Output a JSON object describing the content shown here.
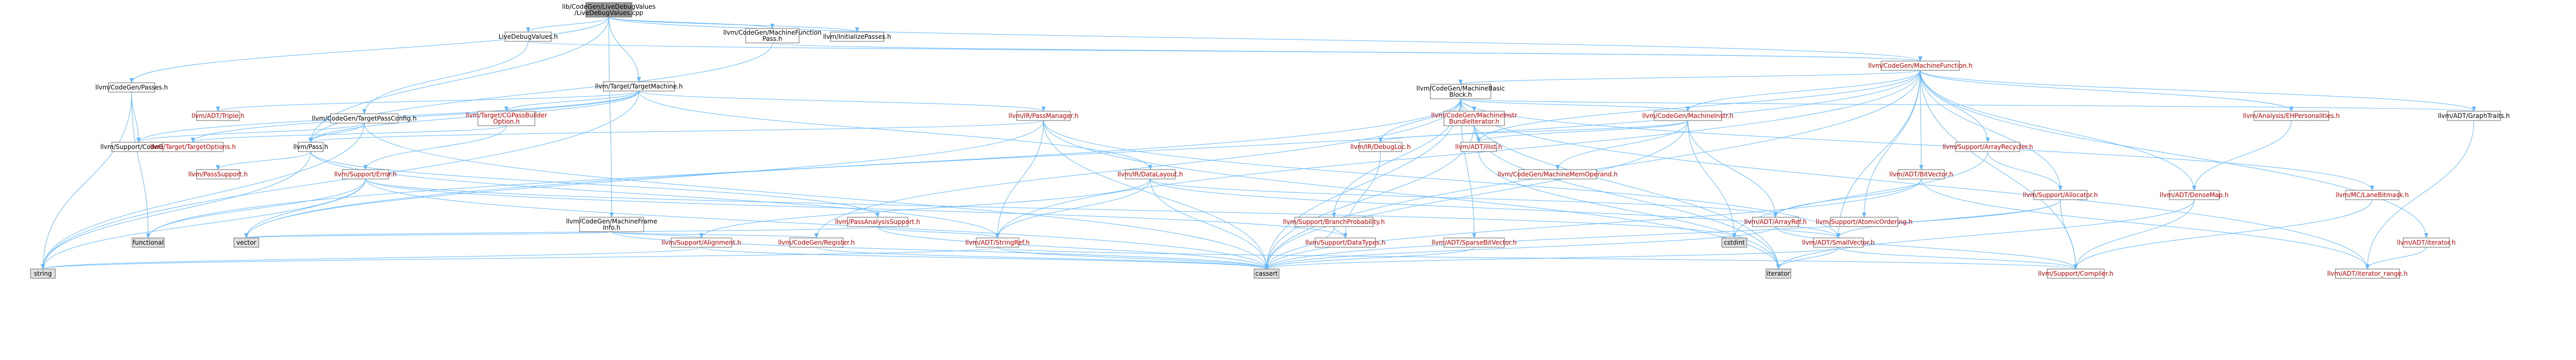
{
  "palette": {
    "edge": "#63b8ff",
    "box_border": "#666666",
    "box_fill": "#ffffff",
    "root_fill": "#999999",
    "external_fill": "#e0e0e0",
    "link_text": "#000000",
    "red_text": "#cc0000"
  },
  "nodes": [
    {
      "id": "root",
      "lines": [
        "lib/CodeGen/LiveDebugValues",
        "/LiveDebugValues.cpp"
      ],
      "style": "root"
    },
    {
      "id": "ldv_h",
      "lines": [
        "LiveDebugValues.h"
      ],
      "style": "normal"
    },
    {
      "id": "mfp_h",
      "lines": [
        "llvm/CodeGen/MachineFunction",
        "Pass.h"
      ],
      "style": "normal"
    },
    {
      "id": "init_passes",
      "lines": [
        "llvm/InitializePasses.h"
      ],
      "style": "normal"
    },
    {
      "id": "passes_h",
      "lines": [
        "llvm/CodeGen/Passes.h"
      ],
      "style": "normal"
    },
    {
      "id": "target_machine",
      "lines": [
        "llvm/Target/TargetMachine.h"
      ],
      "style": "normal"
    },
    {
      "id": "mf_h",
      "lines": [
        "llvm/CodeGen/MachineFunction.h"
      ],
      "style": "red"
    },
    {
      "id": "mbb_h",
      "lines": [
        "llvm/CodeGen/MachineBasic",
        "Block.h"
      ],
      "style": "normal"
    },
    {
      "id": "tpc_h",
      "lines": [
        "llvm/CodeGen/TargetPassConfig.h"
      ],
      "style": "normal"
    },
    {
      "id": "triple",
      "lines": [
        "llvm/ADT/Triple.h"
      ],
      "style": "red"
    },
    {
      "id": "gisel",
      "lines": [
        "llvm/Target/CGPassBuilder",
        "Option.h"
      ],
      "style": "red"
    },
    {
      "id": "pass_manager",
      "lines": [
        "llvm/IR/PassManager.h"
      ],
      "style": "red"
    },
    {
      "id": "mibi",
      "lines": [
        "llvm/CodeGen/MachineInstr",
        "BundleIterator.h"
      ],
      "style": "red"
    },
    {
      "id": "minstr",
      "lines": [
        "llvm/CodeGen/MachineInstr.h"
      ],
      "style": "red"
    },
    {
      "id": "eh_pers",
      "lines": [
        "llvm/Analysis/EHPersonalities.h"
      ],
      "style": "red"
    },
    {
      "id": "graph_traits",
      "lines": [
        "llvm/ADT/GraphTraits.h"
      ],
      "style": "normal"
    },
    {
      "id": "support_codegen",
      "lines": [
        "llvm/Support/CodeGen.h"
      ],
      "style": "normal"
    },
    {
      "id": "target_options",
      "lines": [
        "llvm/Target/TargetOptions.h"
      ],
      "style": "red"
    },
    {
      "id": "pass_h",
      "lines": [
        "llvm/Pass.h"
      ],
      "style": "normal"
    },
    {
      "id": "debugloc",
      "lines": [
        "llvm/IR/DebugLoc.h"
      ],
      "style": "red"
    },
    {
      "id": "ilist",
      "lines": [
        "llvm/ADT/ilist.h"
      ],
      "style": "red"
    },
    {
      "id": "recycler",
      "lines": [
        "llvm/Support/ArrayRecycler.h"
      ],
      "style": "red"
    },
    {
      "id": "pass_support",
      "lines": [
        "llvm/PassSupport.h"
      ],
      "style": "red"
    },
    {
      "id": "support_error",
      "lines": [
        "llvm/Support/Error.h"
      ],
      "style": "red"
    },
    {
      "id": "data_layout",
      "lines": [
        "llvm/IR/DataLayout.h"
      ],
      "style": "red"
    },
    {
      "id": "bitvector",
      "lines": [
        "llvm/ADT/BitVector.h"
      ],
      "style": "red"
    },
    {
      "id": "mmo",
      "lines": [
        "llvm/CodeGen/MachineMemOperand.h"
      ],
      "style": "red"
    },
    {
      "id": "alloc",
      "lines": [
        "llvm/Support/Allocator.h"
      ],
      "style": "red"
    },
    {
      "id": "densemap",
      "lines": [
        "llvm/ADT/DenseMap.h"
      ],
      "style": "red"
    },
    {
      "id": "lanebitmask",
      "lines": [
        "llvm/MC/LaneBitmask.h"
      ],
      "style": "red"
    },
    {
      "id": "mfi",
      "lines": [
        "llvm/CodeGen/MachineFrame",
        "Info.h"
      ],
      "style": "normal"
    },
    {
      "id": "pas",
      "lines": [
        "llvm/PassAnalysisSupport.h"
      ],
      "style": "red"
    },
    {
      "id": "bpp",
      "lines": [
        "llvm/Support/BranchProbability.h"
      ],
      "style": "red"
    },
    {
      "id": "arrayref",
      "lines": [
        "llvm/ADT/ArrayRef.h"
      ],
      "style": "red"
    },
    {
      "id": "atomic_ord",
      "lines": [
        "llvm/Support/AtomicOrdering.h"
      ],
      "style": "red"
    },
    {
      "id": "functional",
      "lines": [
        "functional"
      ],
      "style": "external"
    },
    {
      "id": "vector",
      "lines": [
        "vector"
      ],
      "style": "external"
    },
    {
      "id": "alignment",
      "lines": [
        "llvm/Support/Alignment.h"
      ],
      "style": "red"
    },
    {
      "id": "register",
      "lines": [
        "llvm/CodeGen/Register.h"
      ],
      "style": "red"
    },
    {
      "id": "stringref",
      "lines": [
        "llvm/ADT/StringRef.h"
      ],
      "style": "red"
    },
    {
      "id": "datatypes",
      "lines": [
        "llvm/Support/DataTypes.h"
      ],
      "style": "red"
    },
    {
      "id": "sparse_bitvec",
      "lines": [
        "llvm/ADT/SparseBitVector.h"
      ],
      "style": "red"
    },
    {
      "id": "cstdint",
      "lines": [
        "cstdint"
      ],
      "style": "external"
    },
    {
      "id": "smallvector",
      "lines": [
        "llvm/ADT/SmallVector.h"
      ],
      "style": "red"
    },
    {
      "id": "iterator_h",
      "lines": [
        "llvm/ADT/iterator.h"
      ],
      "style": "red"
    },
    {
      "id": "string",
      "lines": [
        "string"
      ],
      "style": "external"
    },
    {
      "id": "cassert",
      "lines": [
        "cassert"
      ],
      "style": "external"
    },
    {
      "id": "iterator",
      "lines": [
        "iterator"
      ],
      "style": "external"
    },
    {
      "id": "compiler",
      "lines": [
        "llvm/Support/Compiler.h"
      ],
      "style": "red"
    },
    {
      "id": "iter_range",
      "lines": [
        "llvm/ADT/iterator_range.h"
      ],
      "style": "red"
    }
  ]
}
